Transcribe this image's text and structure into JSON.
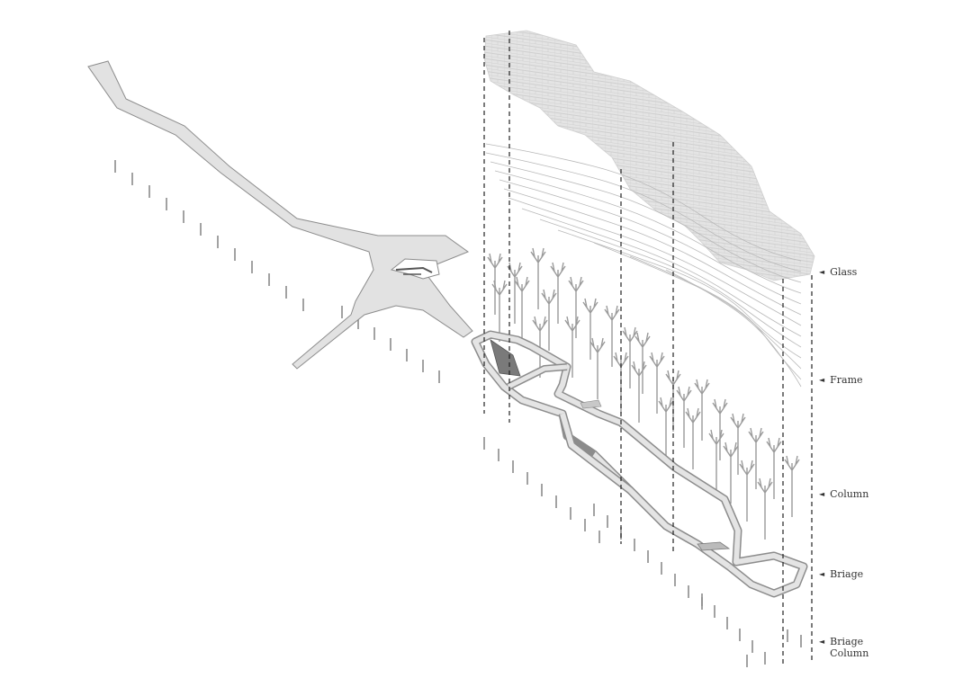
{
  "diagram": {
    "labels": [
      {
        "id": "glass",
        "text": "Glass"
      },
      {
        "id": "frame",
        "text": "Frame"
      },
      {
        "id": "column",
        "text": "Column"
      },
      {
        "id": "bridge",
        "text": "Briage"
      },
      {
        "id": "bridge-column",
        "line1": "Briage",
        "line2": "Column"
      }
    ],
    "arrow_glyph": "◄",
    "colors": {
      "bridge_fill": "#e2e2e2",
      "bridge_stroke": "#8c8c8c",
      "glass_fill": "#dadada",
      "frame_line": "#b5b5b5",
      "column_stroke": "#9a9a9a",
      "dashed": "#222222",
      "label_text": "#333333"
    }
  }
}
